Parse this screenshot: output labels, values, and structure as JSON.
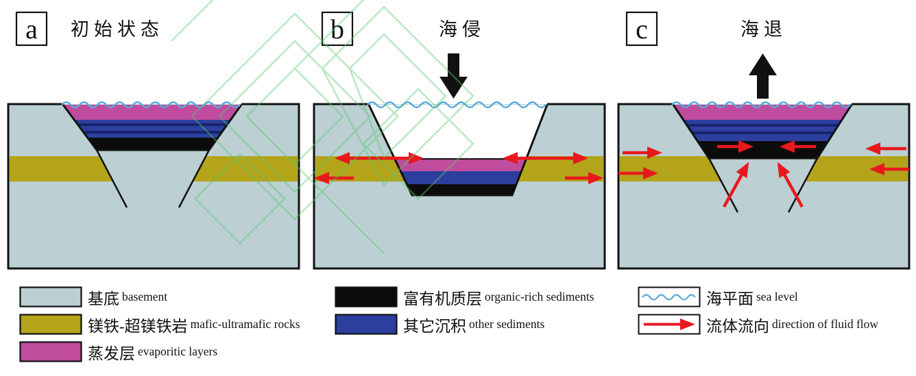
{
  "figure": {
    "panels": [
      {
        "label": "a",
        "title": "初始状态",
        "arrow": "none"
      },
      {
        "label": "b",
        "title": "海侵",
        "arrow": "down"
      },
      {
        "label": "c",
        "title": "海退",
        "arrow": "up"
      }
    ],
    "legend": [
      {
        "zh": "基底",
        "en": "basement"
      },
      {
        "zh": "镁铁-超镁铁岩",
        "en": "mafic-ultramafic rocks"
      },
      {
        "zh": "蒸发层",
        "en": "evaporitic layers"
      },
      {
        "zh": "富有机质层",
        "en": "organic-rich sediments"
      },
      {
        "zh": "其它沉积",
        "en": "other sediments"
      },
      {
        "zh": "海平面",
        "en": "sea level"
      },
      {
        "zh": "流体流向",
        "en": "direction of fluid flow"
      }
    ],
    "colors": {
      "basement": "#bccfd3",
      "mafic_ultramafic": "#b3a41a",
      "evaporitic": "#c04c9e",
      "other_sediments": "#2c3e9e",
      "organic_rich": "#0c0c0c",
      "sea_level": "#55a9db",
      "fluid_flow": "#e8191d",
      "outline": "#111111",
      "watermark": "#57c96f"
    }
  }
}
